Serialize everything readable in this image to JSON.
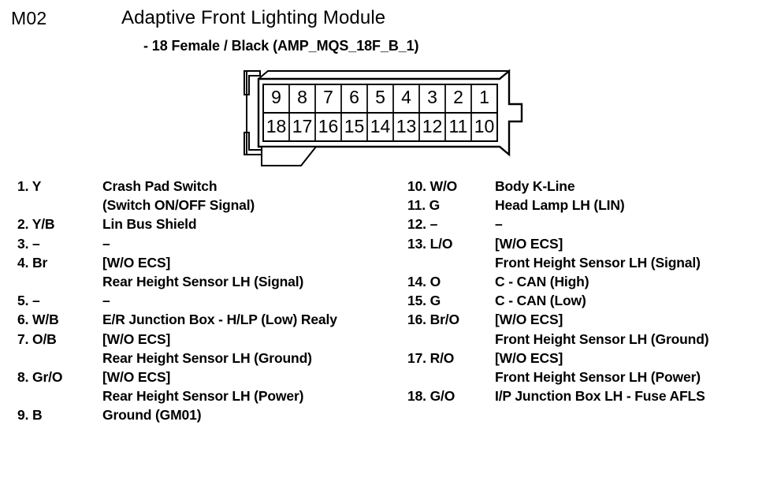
{
  "header": {
    "module_code": "M02",
    "title": "Adaptive Front Lighting Module",
    "subtitle": "- 18 Female / Black (AMP_MQS_18F_B_1)"
  },
  "connector": {
    "type": "18-pin-female-connector",
    "rows": [
      {
        "name": "top-row",
        "pins": [
          "9",
          "8",
          "7",
          "6",
          "5",
          "4",
          "3",
          "2",
          "1"
        ]
      },
      {
        "name": "bottom-row",
        "pins": [
          "18",
          "17",
          "16",
          "15",
          "14",
          "13",
          "12",
          "11",
          "10"
        ]
      }
    ],
    "outline_color": "#000000",
    "fill_color": "#ffffff"
  },
  "pin_list": {
    "left_column": [
      {
        "number": "1.",
        "color": "Y",
        "lines": [
          "Crash Pad Switch",
          "(Switch ON/OFF Signal)"
        ]
      },
      {
        "number": "2.",
        "color": "Y/B",
        "lines": [
          "Lin Bus Shield"
        ]
      },
      {
        "number": "3.",
        "color": "–",
        "lines": [
          "–"
        ]
      },
      {
        "number": "4.",
        "color": "Br",
        "lines": [
          "[W/O ECS]",
          "Rear Height Sensor LH (Signal)"
        ]
      },
      {
        "number": "5.",
        "color": "–",
        "lines": [
          "–"
        ]
      },
      {
        "number": "6.",
        "color": "W/B",
        "lines": [
          "E/R Junction Box - H/LP (Low) Realy"
        ]
      },
      {
        "number": "7.",
        "color": "O/B",
        "lines": [
          "[W/O ECS]",
          "Rear Height Sensor LH (Ground)"
        ]
      },
      {
        "number": "8.",
        "color": "Gr/O",
        "lines": [
          "[W/O ECS]",
          "Rear Height Sensor LH (Power)"
        ]
      },
      {
        "number": "9.",
        "color": "B",
        "lines": [
          "Ground (GM01)"
        ]
      }
    ],
    "right_column": [
      {
        "number": "10.",
        "color": "W/O",
        "lines": [
          "Body K-Line"
        ]
      },
      {
        "number": "11.",
        "color": "G",
        "lines": [
          "Head Lamp LH (LIN)"
        ]
      },
      {
        "number": "12.",
        "color": "–",
        "lines": [
          "–"
        ]
      },
      {
        "number": "13.",
        "color": "L/O",
        "lines": [
          "[W/O ECS]",
          "Front Height Sensor LH (Signal)"
        ]
      },
      {
        "number": "14.",
        "color": "O",
        "lines": [
          "C - CAN (High)"
        ]
      },
      {
        "number": "15.",
        "color": "G",
        "lines": [
          "C - CAN (Low)"
        ]
      },
      {
        "number": "16.",
        "color": "Br/O",
        "lines": [
          "[W/O ECS]",
          "Front Height Sensor LH (Ground)"
        ]
      },
      {
        "number": "17.",
        "color": "R/O",
        "lines": [
          "[W/O ECS]",
          "Front Height Sensor LH (Power)"
        ]
      },
      {
        "number": "18.",
        "color": "G/O",
        "lines": [
          "I/P Junction Box LH - Fuse AFLS"
        ]
      }
    ]
  }
}
